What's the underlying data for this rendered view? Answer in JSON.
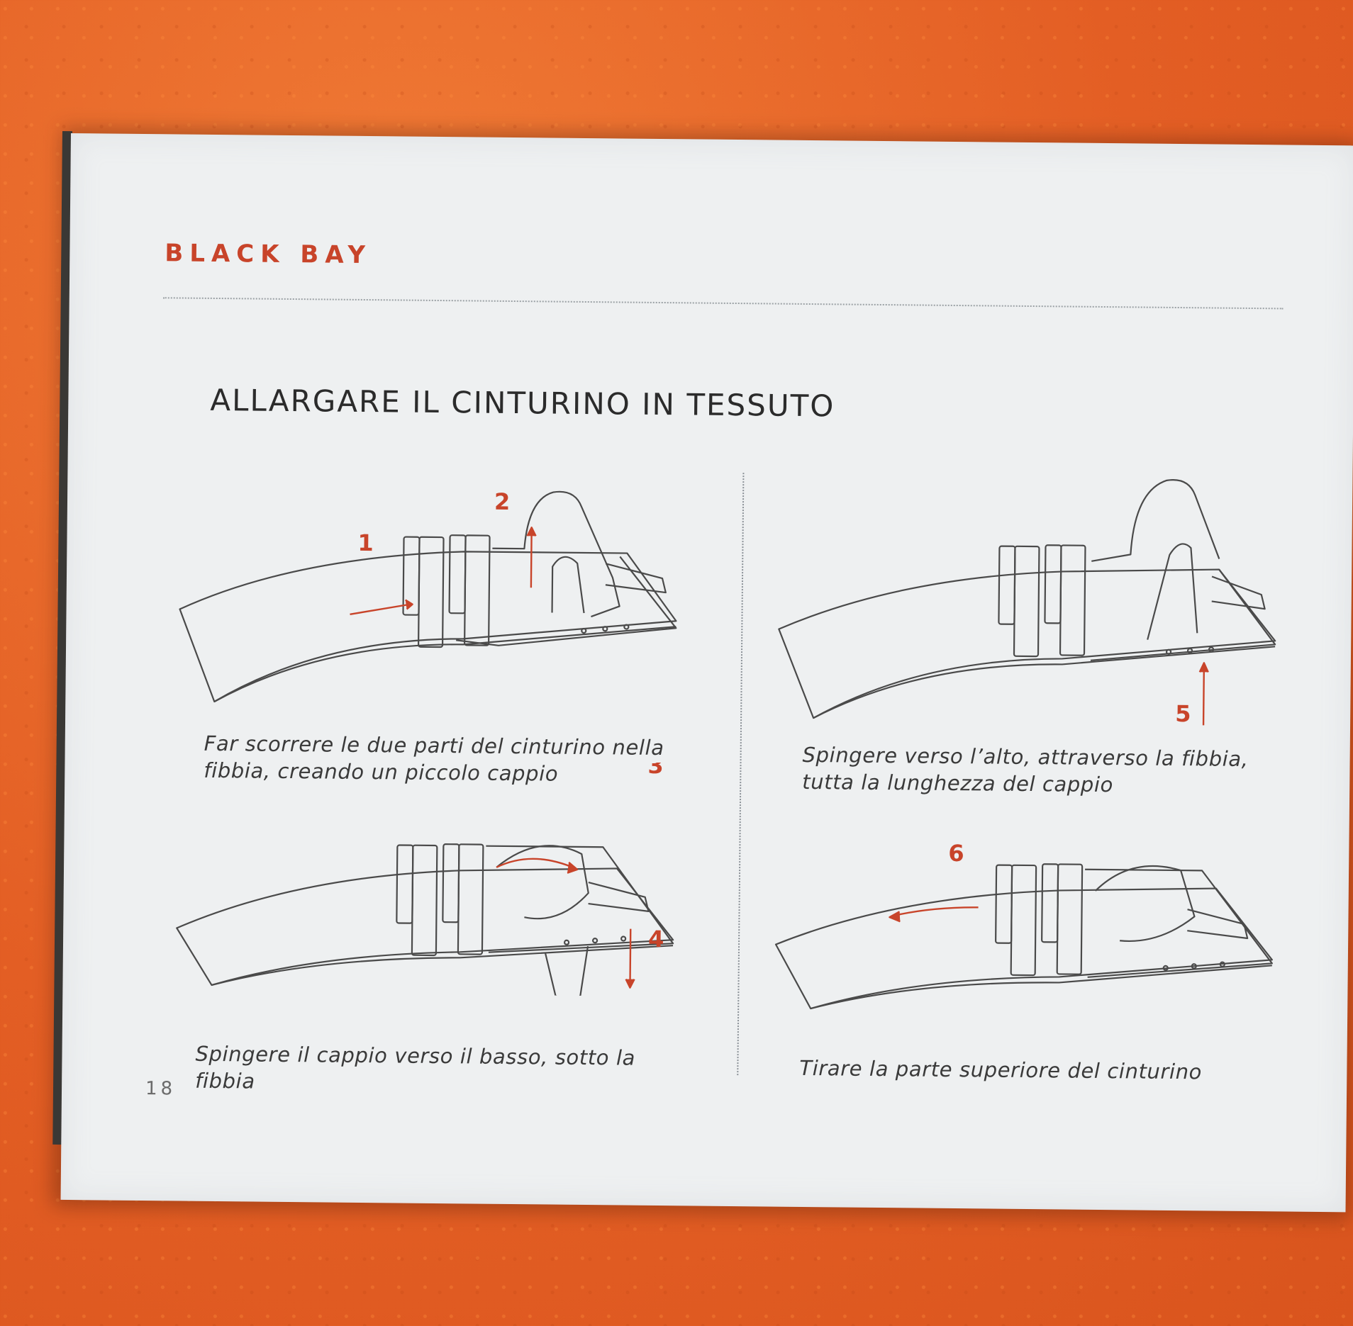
{
  "brand": "BLACK BAY",
  "title": "ALLARGARE IL CINTURINO IN TESSUTO",
  "page_number": "18",
  "steps": [
    {
      "number": "1"
    },
    {
      "number": "2"
    },
    {
      "number": "3"
    },
    {
      "number": "4"
    },
    {
      "number": "5"
    },
    {
      "number": "6"
    }
  ],
  "captions": {
    "top_left": [
      "Far scorrere le due parti del cinturino nella",
      "fibbia, creando un piccolo cappio"
    ],
    "top_right": [
      "Spingere verso l’alto, attraverso la fibbia,",
      "tutta la lunghezza del cappio"
    ],
    "bottom_left": [
      "Spingere il cappio verso il basso, sotto la",
      "fibbia"
    ],
    "bottom_right": [
      "Tirare la parte superiore del cinturino"
    ]
  },
  "colors": {
    "accent": "#c8442a",
    "line_art": "#4a4a4a",
    "page": "#eef0f1",
    "background": "#e8632a"
  }
}
